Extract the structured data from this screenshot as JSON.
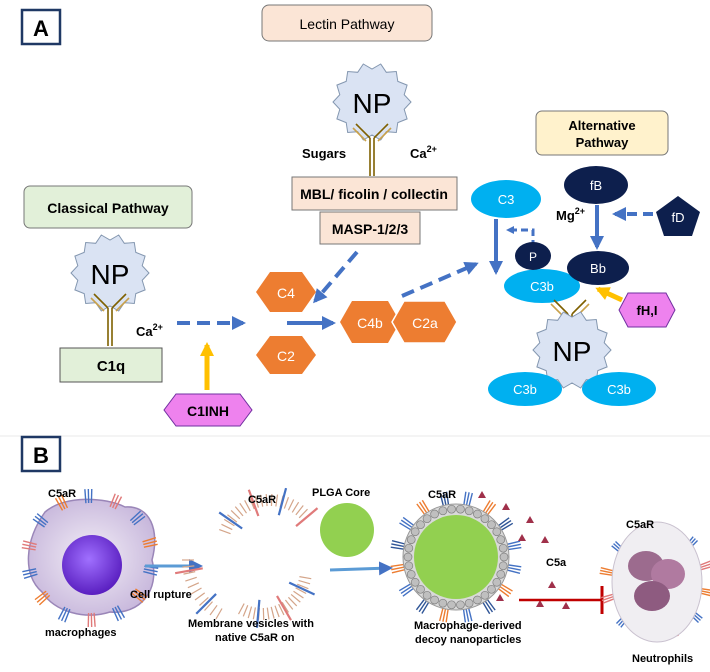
{
  "panel_a": {
    "label": "A",
    "lectin_title": "Lectin Pathway",
    "classical_title": "Classical Pathway",
    "alternative_title_1": "Alternative",
    "alternative_title_2": "Pathway",
    "np": "NP",
    "sugars": "Sugars",
    "ca": "Ca",
    "sup2plus": "2+",
    "mg": "Mg",
    "mbl": "MBL/ ficolin / collectin",
    "masp": "MASP-1/2/3",
    "c1q": "C1q",
    "c1inh": "C1INH",
    "c4": "C4",
    "c2": "C2",
    "c4b": "C4b",
    "c2a": "C2a",
    "c3": "C3",
    "c3b": "C3b",
    "fb": "fB",
    "fd": "fD",
    "p": "P",
    "bb": "Bb",
    "fhi": "fH,I"
  },
  "panel_b": {
    "label": "B",
    "c5ar": "C5aR",
    "macrophages": "macrophages",
    "cell_rupture": "Cell rupture",
    "vesicles_1": "Membrane vesicles with",
    "vesicles_2": "native C5aR on",
    "plga": "PLGA Core",
    "decoy_1": "Macrophage-derived",
    "decoy_2": "decoy nanoparticles",
    "c5a": "C5a",
    "neutrophils": "Neutrophils"
  },
  "colors": {
    "blue_arrow": "#4472c4",
    "yellow_arrow": "#ffc000",
    "orange": "#ed7d31",
    "pink": "#ee82ee",
    "light_blue": "#00b0f0",
    "navy": "#0d1f4d",
    "np_fill": "#dae3f3",
    "peach": "#fbe5d6",
    "green_box": "#e2f0d9",
    "yellow_box": "#fff2cc",
    "plga": "#92d050",
    "inhibit": "#c00000"
  }
}
